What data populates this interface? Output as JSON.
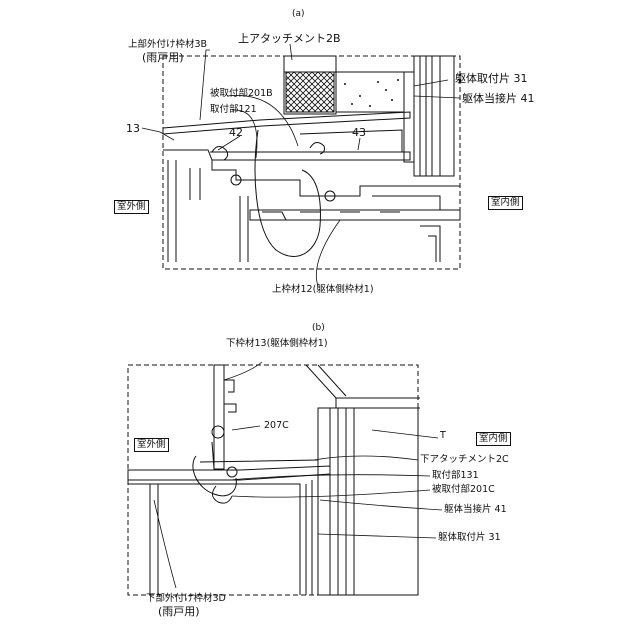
{
  "panel_a": {
    "tag": "(a)",
    "labels": {
      "upper_outer_frame": "上部外付け枠材3B",
      "upper_outer_frame_use": "(雨戸用)",
      "upper_attachment": "上アタッチメント2B",
      "attached_part": "被取付部201B",
      "mounting_part": "取付部121",
      "body_mount_piece": "躯体取付片 31",
      "body_contact_piece": "躯体当接片 41",
      "ref_13": "13",
      "ref_42": "42",
      "ref_43": "43",
      "outdoor": "室外側",
      "indoor": "室内側",
      "upper_frame": "上枠材12(躯体側枠材1)"
    }
  },
  "panel_b": {
    "tag": "(b)",
    "labels": {
      "lower_frame": "下枠材13(躯体側枠材1)",
      "ref_207c": "207C",
      "ref_t": "T",
      "outdoor": "室外側",
      "indoor": "室内側",
      "lower_attachment": "下アタッチメント2C",
      "mounting_part": "取付部131",
      "attached_part": "被取付部201C",
      "body_contact_piece": "躯体当接片 41",
      "body_mount_piece": "躯体取付片 31",
      "lower_outer_frame": "下部外付け枠材3D",
      "lower_outer_frame_use": "(雨戸用)"
    }
  }
}
